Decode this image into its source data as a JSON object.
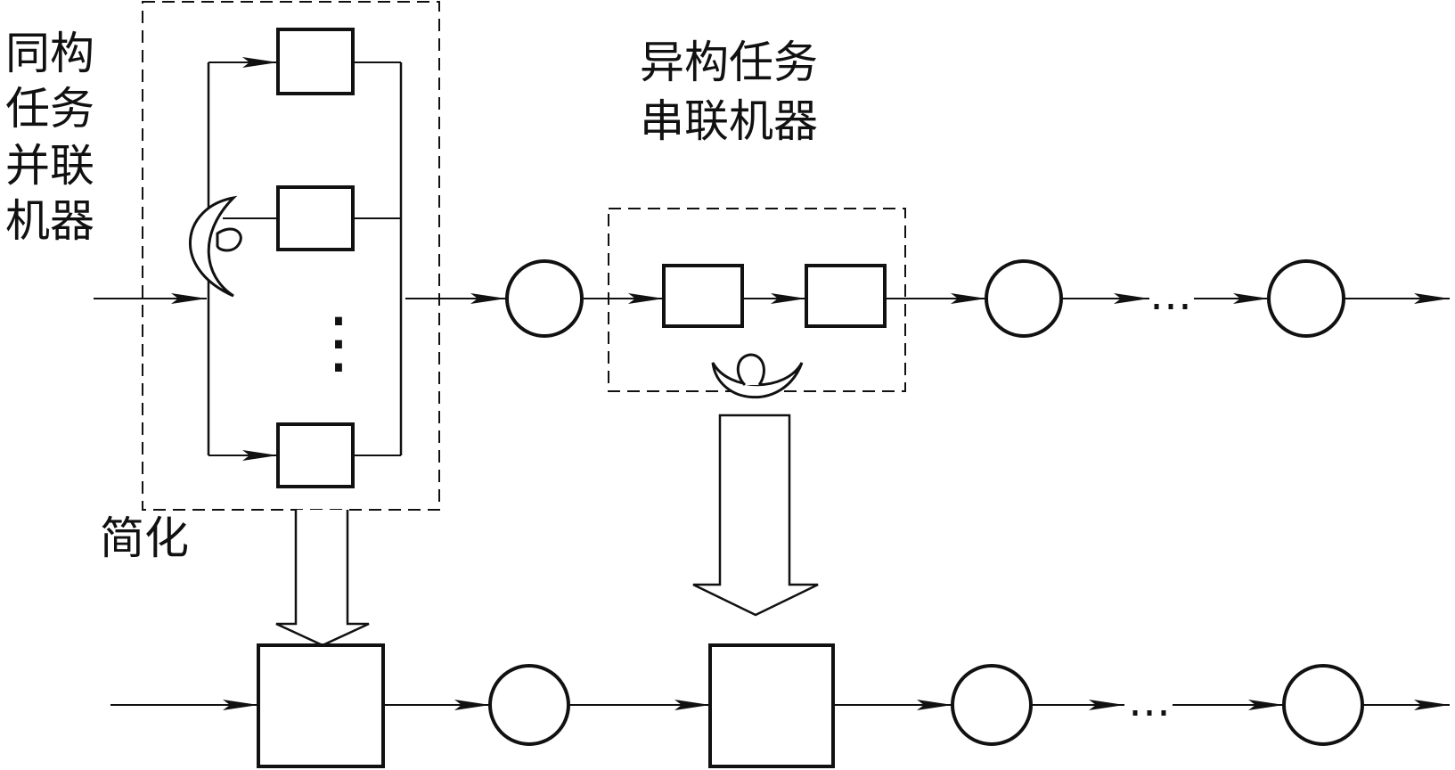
{
  "labels": {
    "parallel_line1": "同构",
    "parallel_line2": "任务",
    "parallel_line3": "并联",
    "parallel_line4": "机器",
    "serial_line1": "异构任务",
    "serial_line2": "串联机器",
    "simplify": "简化"
  },
  "ellipsis": {
    "vertical": "⋮",
    "top_row": "…",
    "bottom_row": "…"
  },
  "colors": {
    "line": "#111111",
    "background": "#ffffff"
  }
}
